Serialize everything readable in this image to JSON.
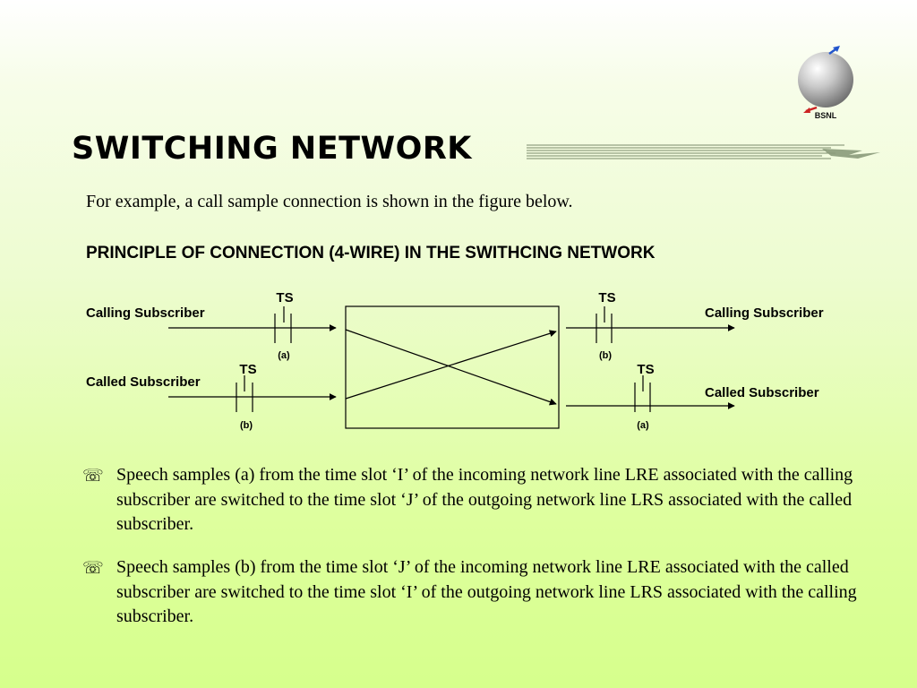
{
  "logo": {
    "text": "BSNL"
  },
  "title": "SWITCHING NETWORK",
  "intro": "For example, a call sample connection is shown in the figure below.",
  "heading": "PRINCIPLE OF CONNECTION (4-WIRE) IN THE SWITHCING NETWORK",
  "diagram": {
    "left_top": {
      "label": "Calling Subscriber",
      "ts": "TS",
      "sample": "(a)"
    },
    "left_bottom": {
      "label": "Called Subscriber",
      "ts": "TS",
      "sample": "(b)"
    },
    "right_top": {
      "label": "Calling Subscriber",
      "ts": "TS",
      "sample": "(b)"
    },
    "right_bottom": {
      "label": "Called Subscriber",
      "ts": "TS",
      "sample": "(a)"
    }
  },
  "bullets": [
    {
      "icon": "telephone-icon",
      "text": "Speech samples (a) from the time slot ‘I’ of the incoming network line LRE associated with the calling subscriber are switched to the time slot ‘J’ of the outgoing network line LRS associated with the called subscriber."
    },
    {
      "icon": "telephone-icon",
      "text": "Speech samples (b) from the time slot ‘J’ of the incoming network line LRE associated with the called subscriber are switched to the time slot ‘I’ of the outgoing network line LRS associated with the calling subscriber."
    }
  ],
  "colors": {
    "background_top": "#ffffff",
    "background_bottom": "#d6ff8c",
    "text": "#000000",
    "logo_red": "#cc2222",
    "logo_blue": "#2255cc"
  }
}
